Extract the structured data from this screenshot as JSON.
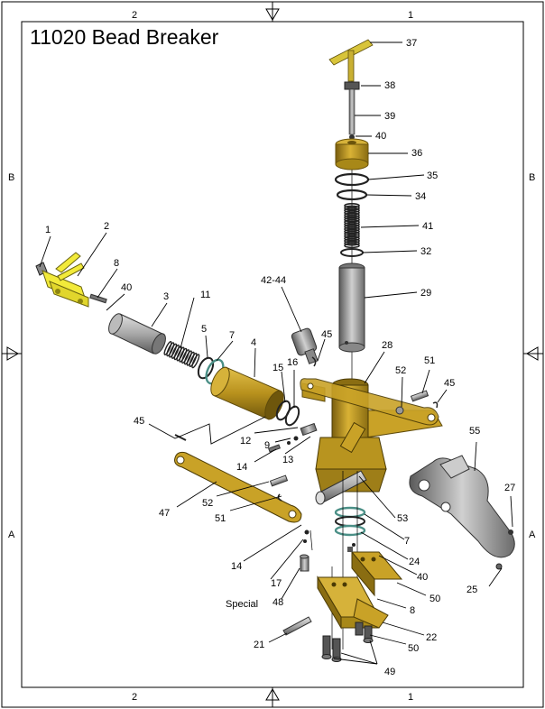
{
  "title": "11020 Bead Breaker",
  "zones": {
    "top_left": "2",
    "top_right": "1",
    "bottom_left": "2",
    "bottom_right": "1",
    "left_upper": "B",
    "right_upper": "B",
    "left_lower": "A",
    "right_lower": "A"
  },
  "labels": [
    {
      "id": "37",
      "text": "37"
    },
    {
      "id": "38",
      "text": "38"
    },
    {
      "id": "39",
      "text": "39"
    },
    {
      "id": "40a",
      "text": "40"
    },
    {
      "id": "36",
      "text": "36"
    },
    {
      "id": "35",
      "text": "35"
    },
    {
      "id": "34",
      "text": "34"
    },
    {
      "id": "41",
      "text": "41"
    },
    {
      "id": "32",
      "text": "32"
    },
    {
      "id": "29",
      "text": "29"
    },
    {
      "id": "42-44",
      "text": "42-44"
    },
    {
      "id": "45a",
      "text": "45"
    },
    {
      "id": "28",
      "text": "28"
    },
    {
      "id": "52a",
      "text": "52"
    },
    {
      "id": "51a",
      "text": "51"
    },
    {
      "id": "45b",
      "text": "45"
    },
    {
      "id": "1",
      "text": "1"
    },
    {
      "id": "2",
      "text": "2"
    },
    {
      "id": "8a",
      "text": "8"
    },
    {
      "id": "40b",
      "text": "40"
    },
    {
      "id": "3",
      "text": "3"
    },
    {
      "id": "11",
      "text": "11"
    },
    {
      "id": "5",
      "text": "5"
    },
    {
      "id": "7a",
      "text": "7"
    },
    {
      "id": "4",
      "text": "4"
    },
    {
      "id": "15",
      "text": "15"
    },
    {
      "id": "16",
      "text": "16"
    },
    {
      "id": "45c",
      "text": "45"
    },
    {
      "id": "12",
      "text": "12"
    },
    {
      "id": "9",
      "text": "9"
    },
    {
      "id": "13",
      "text": "13"
    },
    {
      "id": "14a",
      "text": "14"
    },
    {
      "id": "55",
      "text": "55"
    },
    {
      "id": "27",
      "text": "27"
    },
    {
      "id": "52b",
      "text": "52"
    },
    {
      "id": "51b",
      "text": "51"
    },
    {
      "id": "47",
      "text": "47"
    },
    {
      "id": "53",
      "text": "53"
    },
    {
      "id": "7b",
      "text": "7"
    },
    {
      "id": "24",
      "text": "24"
    },
    {
      "id": "40c",
      "text": "40"
    },
    {
      "id": "14b",
      "text": "14"
    },
    {
      "id": "17",
      "text": "17"
    },
    {
      "id": "50a",
      "text": "50"
    },
    {
      "id": "48",
      "text": "48"
    },
    {
      "id": "special",
      "text": "Special"
    },
    {
      "id": "8b",
      "text": "8"
    },
    {
      "id": "25",
      "text": "25"
    },
    {
      "id": "22",
      "text": "22"
    },
    {
      "id": "21",
      "text": "21"
    },
    {
      "id": "50b",
      "text": "50"
    },
    {
      "id": "49",
      "text": "49"
    }
  ],
  "colors": {
    "gold": "#c9a227",
    "gold_dark": "#8a6d12",
    "yellow": "#f2ea3a",
    "grey": "#b8b8b8",
    "grey_dark": "#6b6b6b",
    "ring": "#4a8f86"
  }
}
